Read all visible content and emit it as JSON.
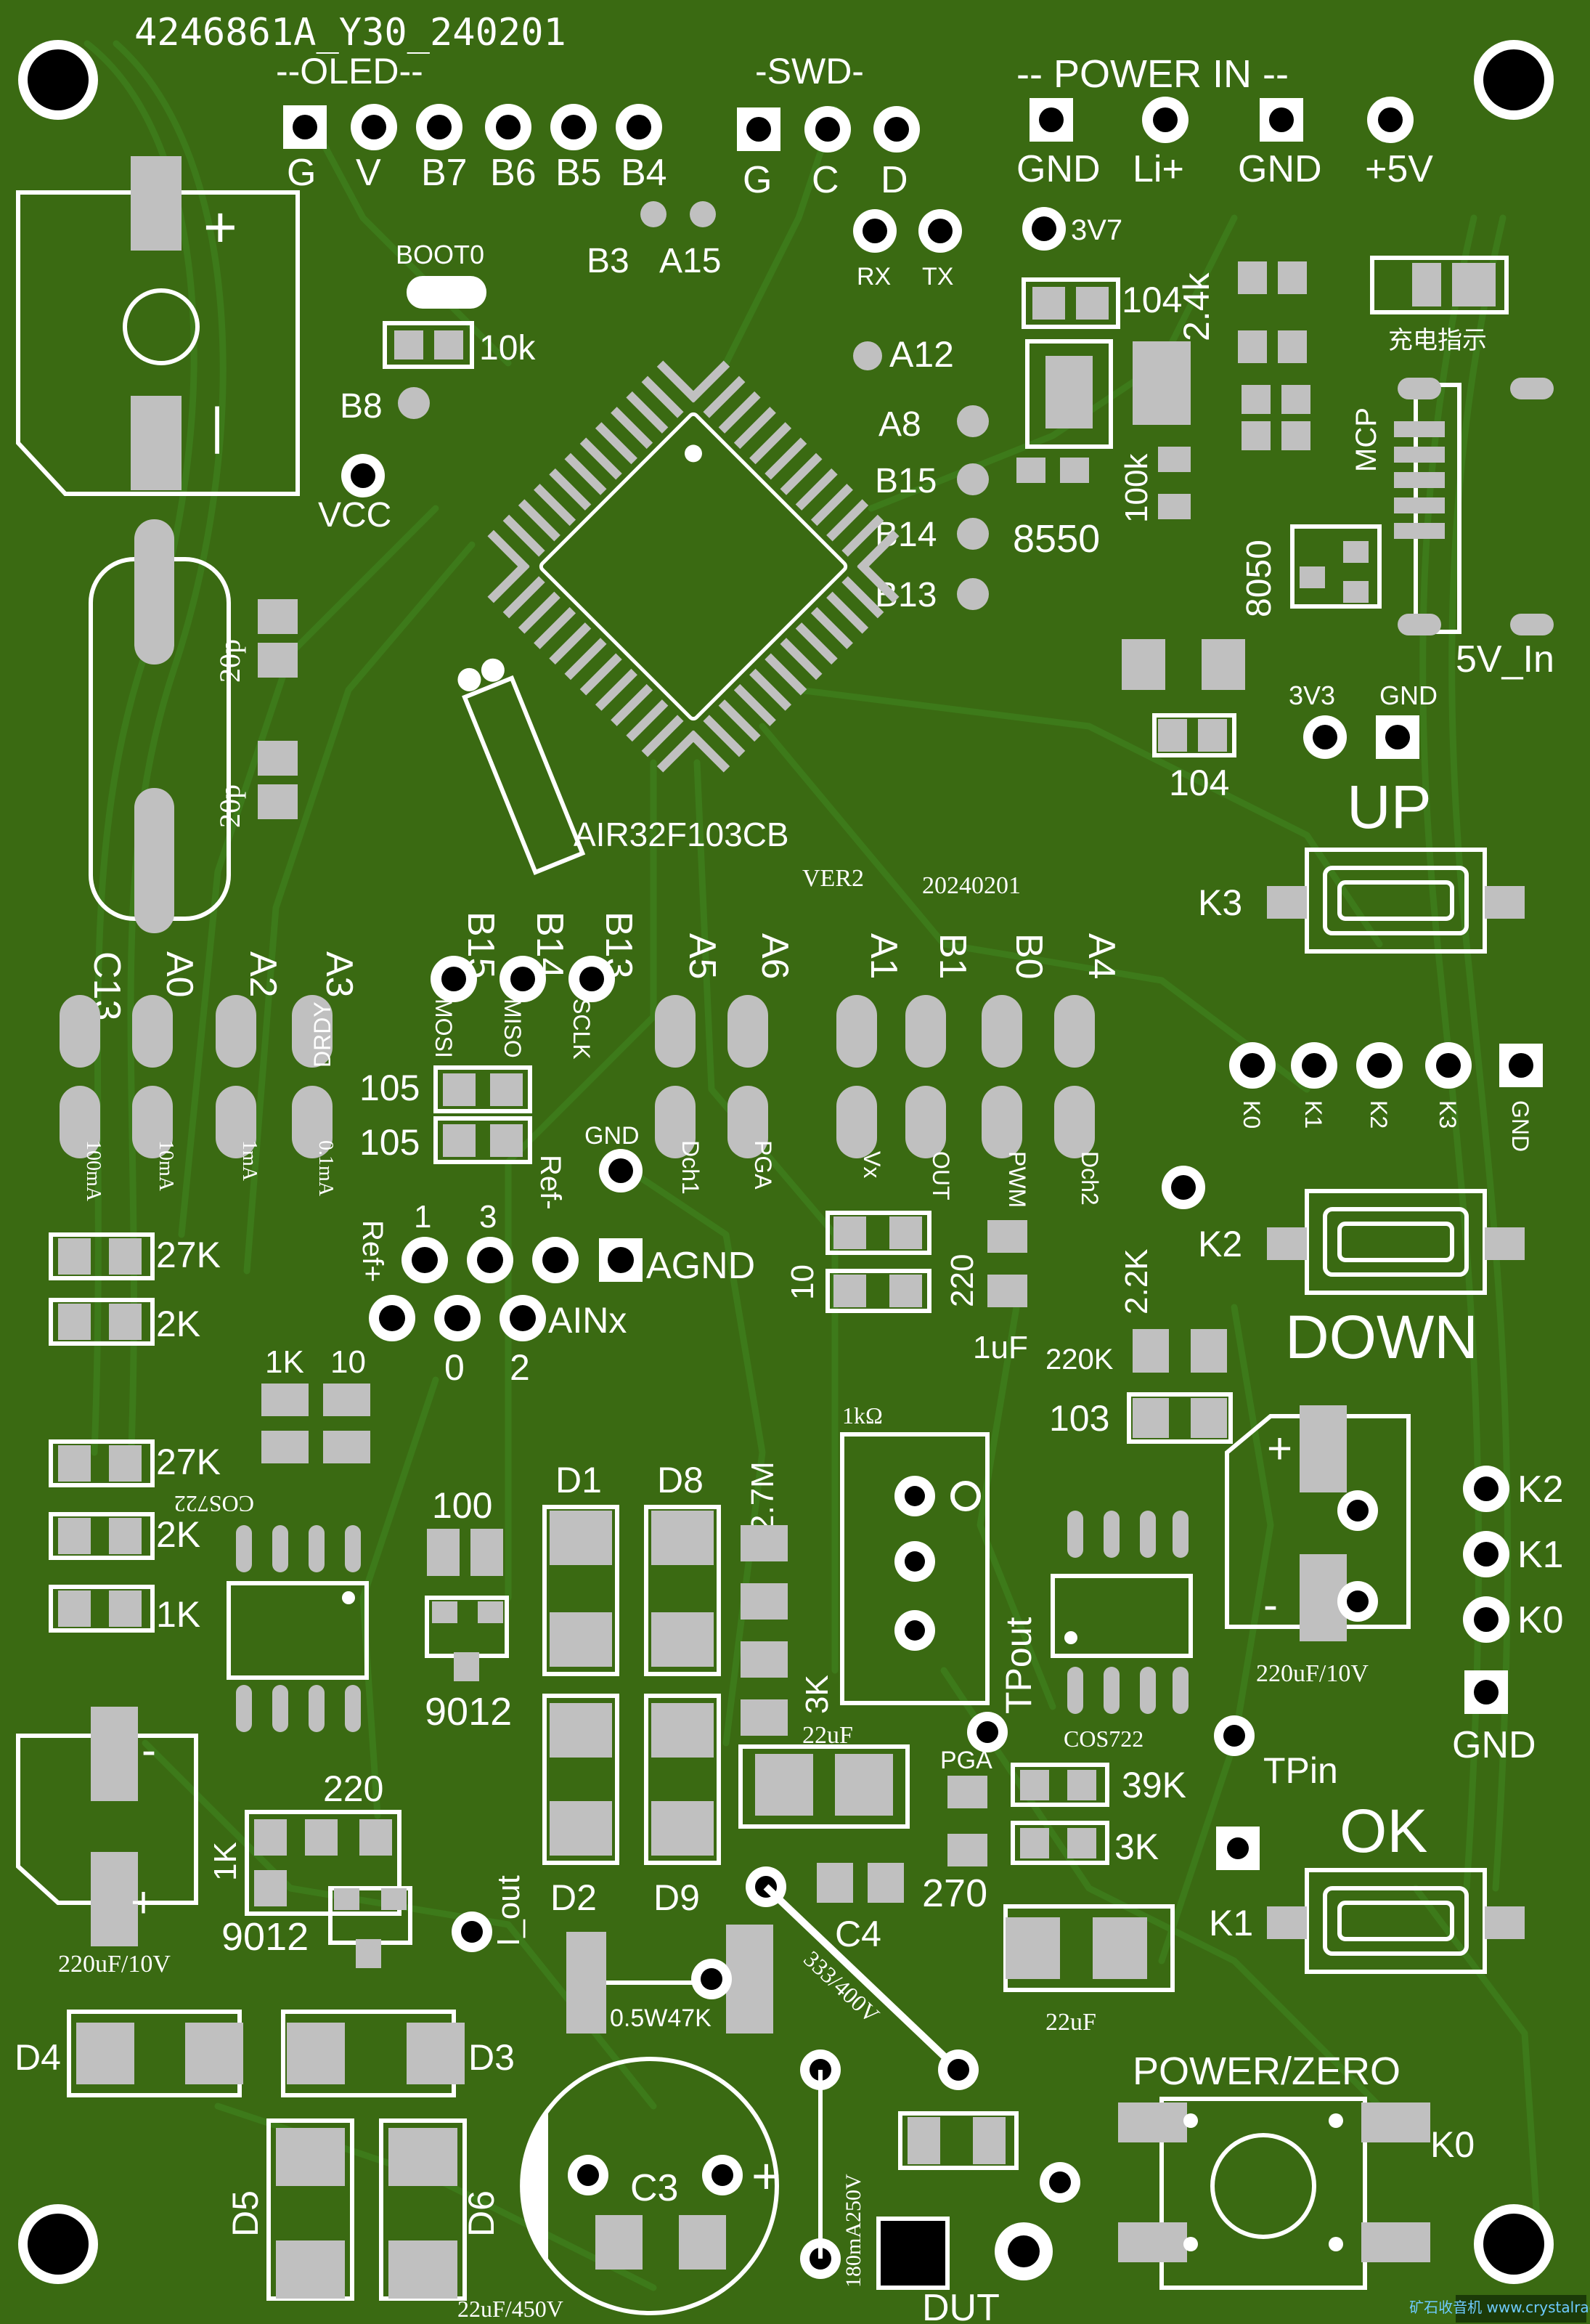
{
  "board": {
    "id_text": "4246861A_Y30_240201",
    "mcu_label": "AIR32F103CB",
    "version": "VER2",
    "date": "20240201",
    "watermark": "矿石收音机 www.crystalradio.cn"
  },
  "headers": {
    "oled_title": "--OLED--",
    "oled_pins": [
      "G",
      "V",
      "B7",
      "B6",
      "B5",
      "B4"
    ],
    "swd_title": "-SWD-",
    "swd_pins": [
      "G",
      "C",
      "D"
    ],
    "power_title": "-- POWER IN --",
    "power_pins": [
      "GND",
      "Li+",
      "GND",
      "+5V"
    ]
  },
  "labels": {
    "b3": "B3",
    "a15": "A15",
    "rx": "RX",
    "tx": "TX",
    "a12": "A12",
    "a8": "A8",
    "b15": "B15",
    "b14": "B14",
    "b13": "B13",
    "boot0": "BOOT0",
    "r10k": "10k",
    "b8": "B8",
    "vcc": "VCC",
    "v3v7": "3V7",
    "c104a": "104",
    "r24k": "2.4k",
    "charge": "充电指示",
    "mcp": "MCP",
    "r100k": "100k",
    "q8550": "8550",
    "q8050": "8050",
    "v5in": "5V_In",
    "c104b": "104",
    "v3v3": "3V3",
    "gnd_top": "GND",
    "c20p_a": "20p",
    "c20p_b": "20p",
    "up": "UP",
    "down": "DOWN",
    "ok": "OK",
    "k3": "K3",
    "k2": "K2",
    "k1": "K1",
    "k0": "K0",
    "kpins": [
      "K0",
      "K1",
      "K2",
      "K3",
      "GND"
    ],
    "krow": [
      "K2",
      "K1",
      "K0",
      "GND"
    ],
    "jumpers_left": [
      "C13",
      "A0",
      "A2",
      "A3"
    ],
    "jumpers_left_sub": [
      "100mA",
      "10mA",
      "1mA",
      "0.1mA"
    ],
    "drdy": "DRDY",
    "spi_pins": [
      "B15",
      "B14",
      "B13"
    ],
    "spi_names": [
      "MOSI",
      "MISO",
      "SCLK"
    ],
    "jumpers_mid": [
      "A5",
      "A6"
    ],
    "jumpers_mid_sub": [
      "Dch1",
      "PGA"
    ],
    "jumpers_right": [
      "A1",
      "B1",
      "B0",
      "A4"
    ],
    "jumpers_right_sub": [
      "Vx",
      "OUT",
      "PWM",
      "Dch2"
    ],
    "c105a": "105",
    "c105b": "105",
    "gnd_mid": "GND",
    "ref_minus": "Ref-",
    "ref_plus": "Ref+",
    "ain_top": [
      "1",
      "3"
    ],
    "ain_bot": [
      "0",
      "2"
    ],
    "agnd": "AGND",
    "ainx": "AINx",
    "r27k_a": "27K",
    "r2k_a": "2K",
    "r27k_b": "27K",
    "r2k_b": "2K",
    "r1k_a": "1K",
    "r1k_b": "1K",
    "r10": "10",
    "cos722_a": "COS722",
    "cos722_b": "COS722",
    "r100": "100",
    "q9012_a": "9012",
    "q9012_b": "9012",
    "r220": "220",
    "r1k_c": "1K",
    "cap_220uf_a": "220uF/10V",
    "cap_220uf_b": "220uF/10V",
    "d1": "D1",
    "d8": "D8",
    "d2": "D2",
    "d9": "D9",
    "d3": "D3",
    "d4": "D4",
    "d5": "D5",
    "d6": "D6",
    "r27m": "2.7M",
    "r3k_a": "3K",
    "c22uf_a": "22uF",
    "c22uf_b": "22uF",
    "pot": "1kΩ",
    "tpout": "TPout",
    "tpin": "TPin",
    "pga": "PGA",
    "r39k": "39K",
    "r3k_b": "3K",
    "r270": "270",
    "c4": "C4",
    "c333": "333/400V",
    "r047k": "0.5W47K",
    "i_out": "I_out",
    "c3": "C3",
    "c3_val": "22uF/450V",
    "fuse": "180mA250V",
    "dut": "DUT",
    "power_zero": "POWER/ZERO",
    "k0_sw": "K0",
    "r10_b": "10",
    "r220_b": "220",
    "r22k": "2.2K",
    "c1uf": "1uF",
    "r220k": "220K",
    "c103": "103"
  },
  "colors": {
    "board": "#3a6a12",
    "copper": "#4d8a20",
    "silk": "#ffffff",
    "pad": "#c0c0c0",
    "hole": "#000000"
  }
}
